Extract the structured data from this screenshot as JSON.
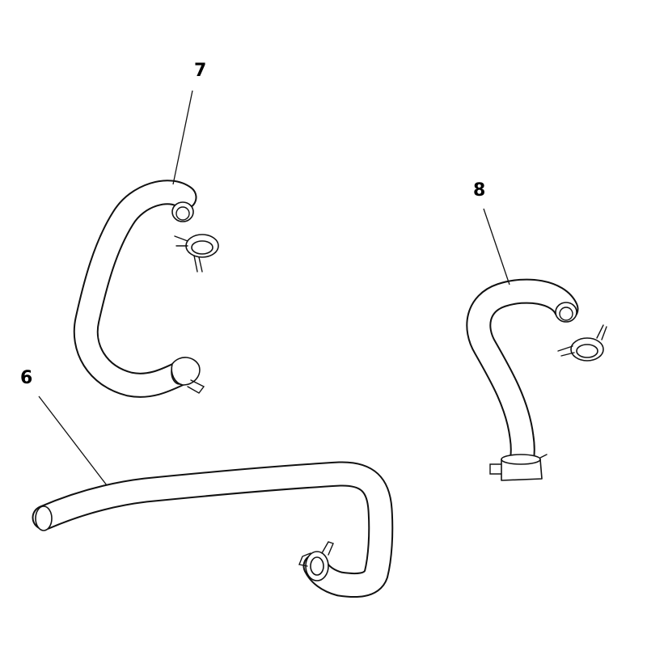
{
  "callouts": {
    "part_6": "6",
    "part_7": "7",
    "part_8": "8"
  },
  "colors": {
    "line": "#111111",
    "background": "#ffffff"
  }
}
